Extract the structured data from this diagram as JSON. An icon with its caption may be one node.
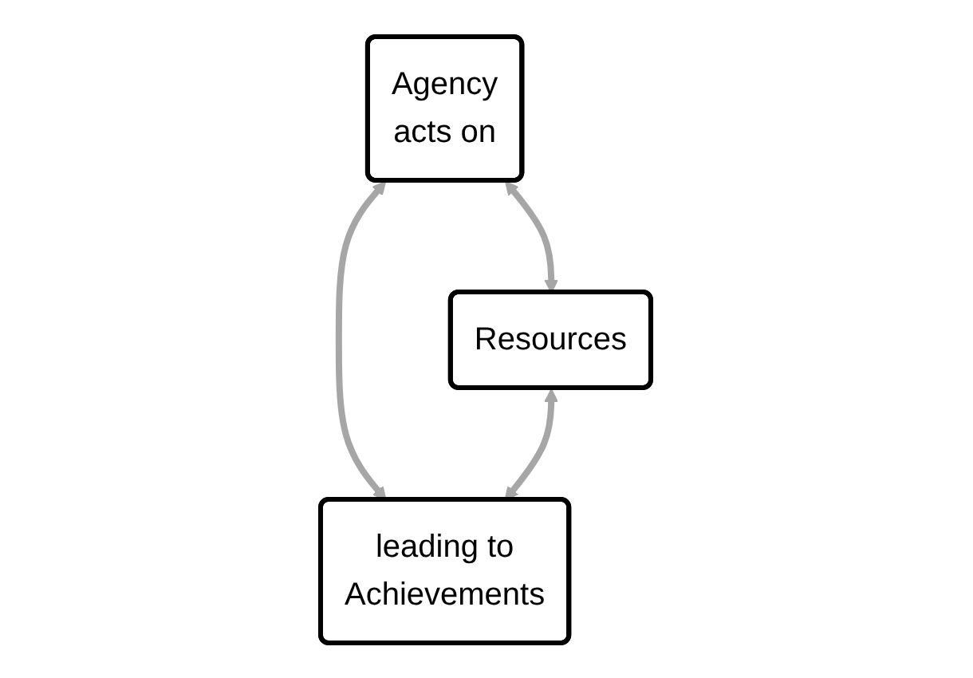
{
  "diagram": {
    "nodes": [
      {
        "text": [
          "Agency",
          "acts on"
        ]
      },
      {
        "text": [
          "Resources"
        ]
      },
      {
        "text": [
          "leading to",
          "Achievements"
        ]
      }
    ],
    "edges": [
      {
        "from": 0,
        "to": 1,
        "arrow": "both"
      },
      {
        "from": 0,
        "to": 2,
        "arrow": "both"
      },
      {
        "from": 1,
        "to": 2,
        "arrow": "both"
      }
    ]
  }
}
